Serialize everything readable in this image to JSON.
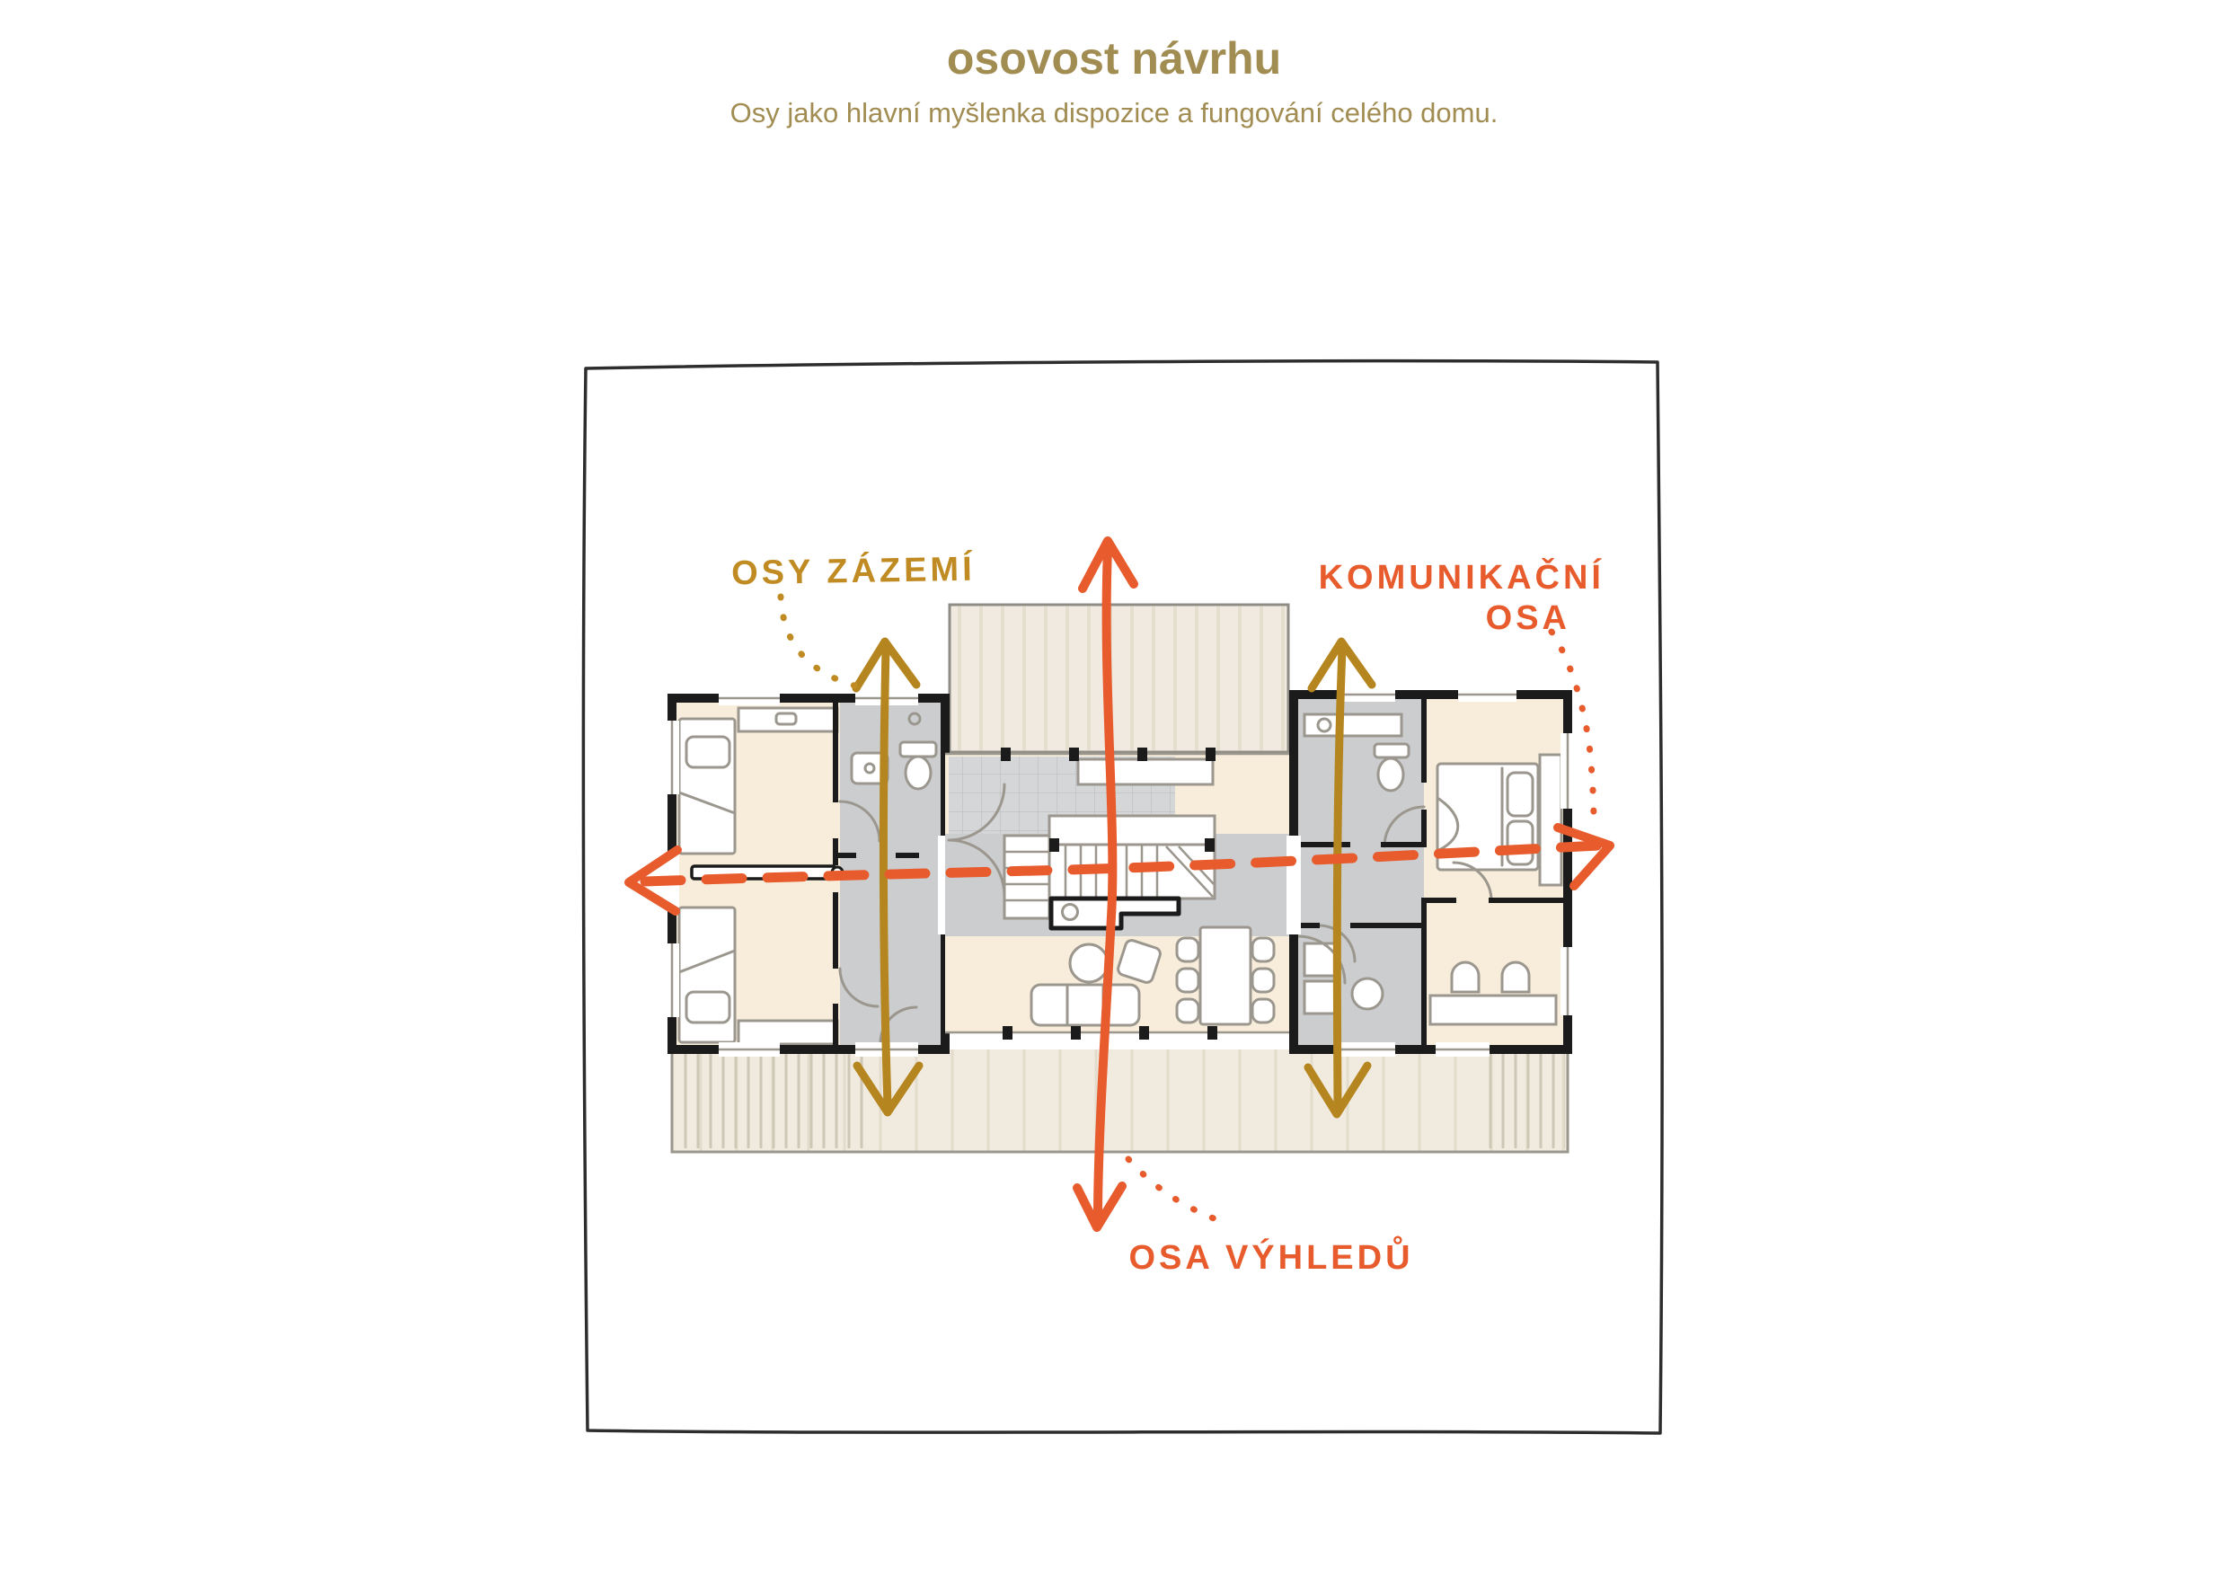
{
  "header": {
    "title": "osovost návrhu",
    "subtitle": "Osy jako hlavní myšlenka dispozice a fungování celého domu."
  },
  "plan": {
    "labels": {
      "facilities": "OSY ZÁZEMÍ",
      "communication_line1": "KOMUNIKAČNÍ",
      "communication_line2": "OSA",
      "views": "OSA VÝHLEDŮ"
    }
  },
  "colors": {
    "title_gold": "#a18c52",
    "gold": "#b5861f",
    "gold_label": "#c18b24",
    "orange": "#e75b2d",
    "wall": "#1b1b1b",
    "floor_cream": "#f8ecdb",
    "floor_gray": "#cbcdcf",
    "tile_gray": "#d4d6d7",
    "terrace": "#f1ebdf",
    "garage": "#f0eae0",
    "furn": "#9b978e",
    "frame": "#2d2d2d"
  }
}
